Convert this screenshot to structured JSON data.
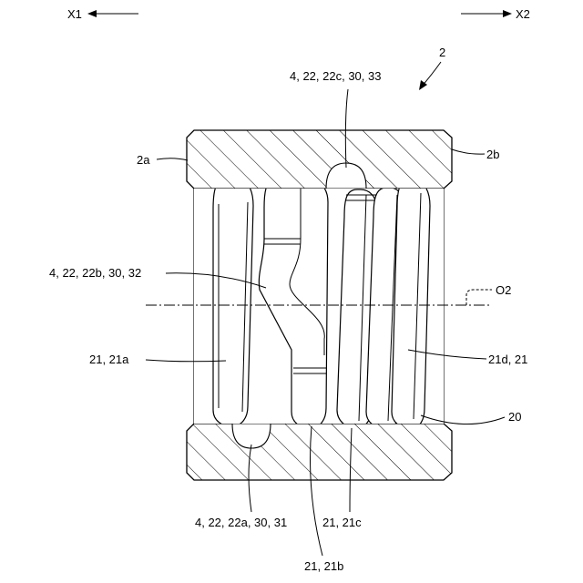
{
  "directions": {
    "left": "X1",
    "right": "X2"
  },
  "labels": {
    "assembly": "2",
    "end_left": "2a",
    "end_right": "2b",
    "top_callout": "4, 22, 22c, 30, 33",
    "mid_callout": "4, 22, 22b, 30, 32",
    "axis": "O2",
    "coil_21a": "21, 21a",
    "coil_21d": "21d, 21",
    "body_20": "20",
    "bottom_left": "4, 22, 22a, 30, 31",
    "bottom_mid": "21, 21c",
    "bottom_center": "21, 21b"
  }
}
